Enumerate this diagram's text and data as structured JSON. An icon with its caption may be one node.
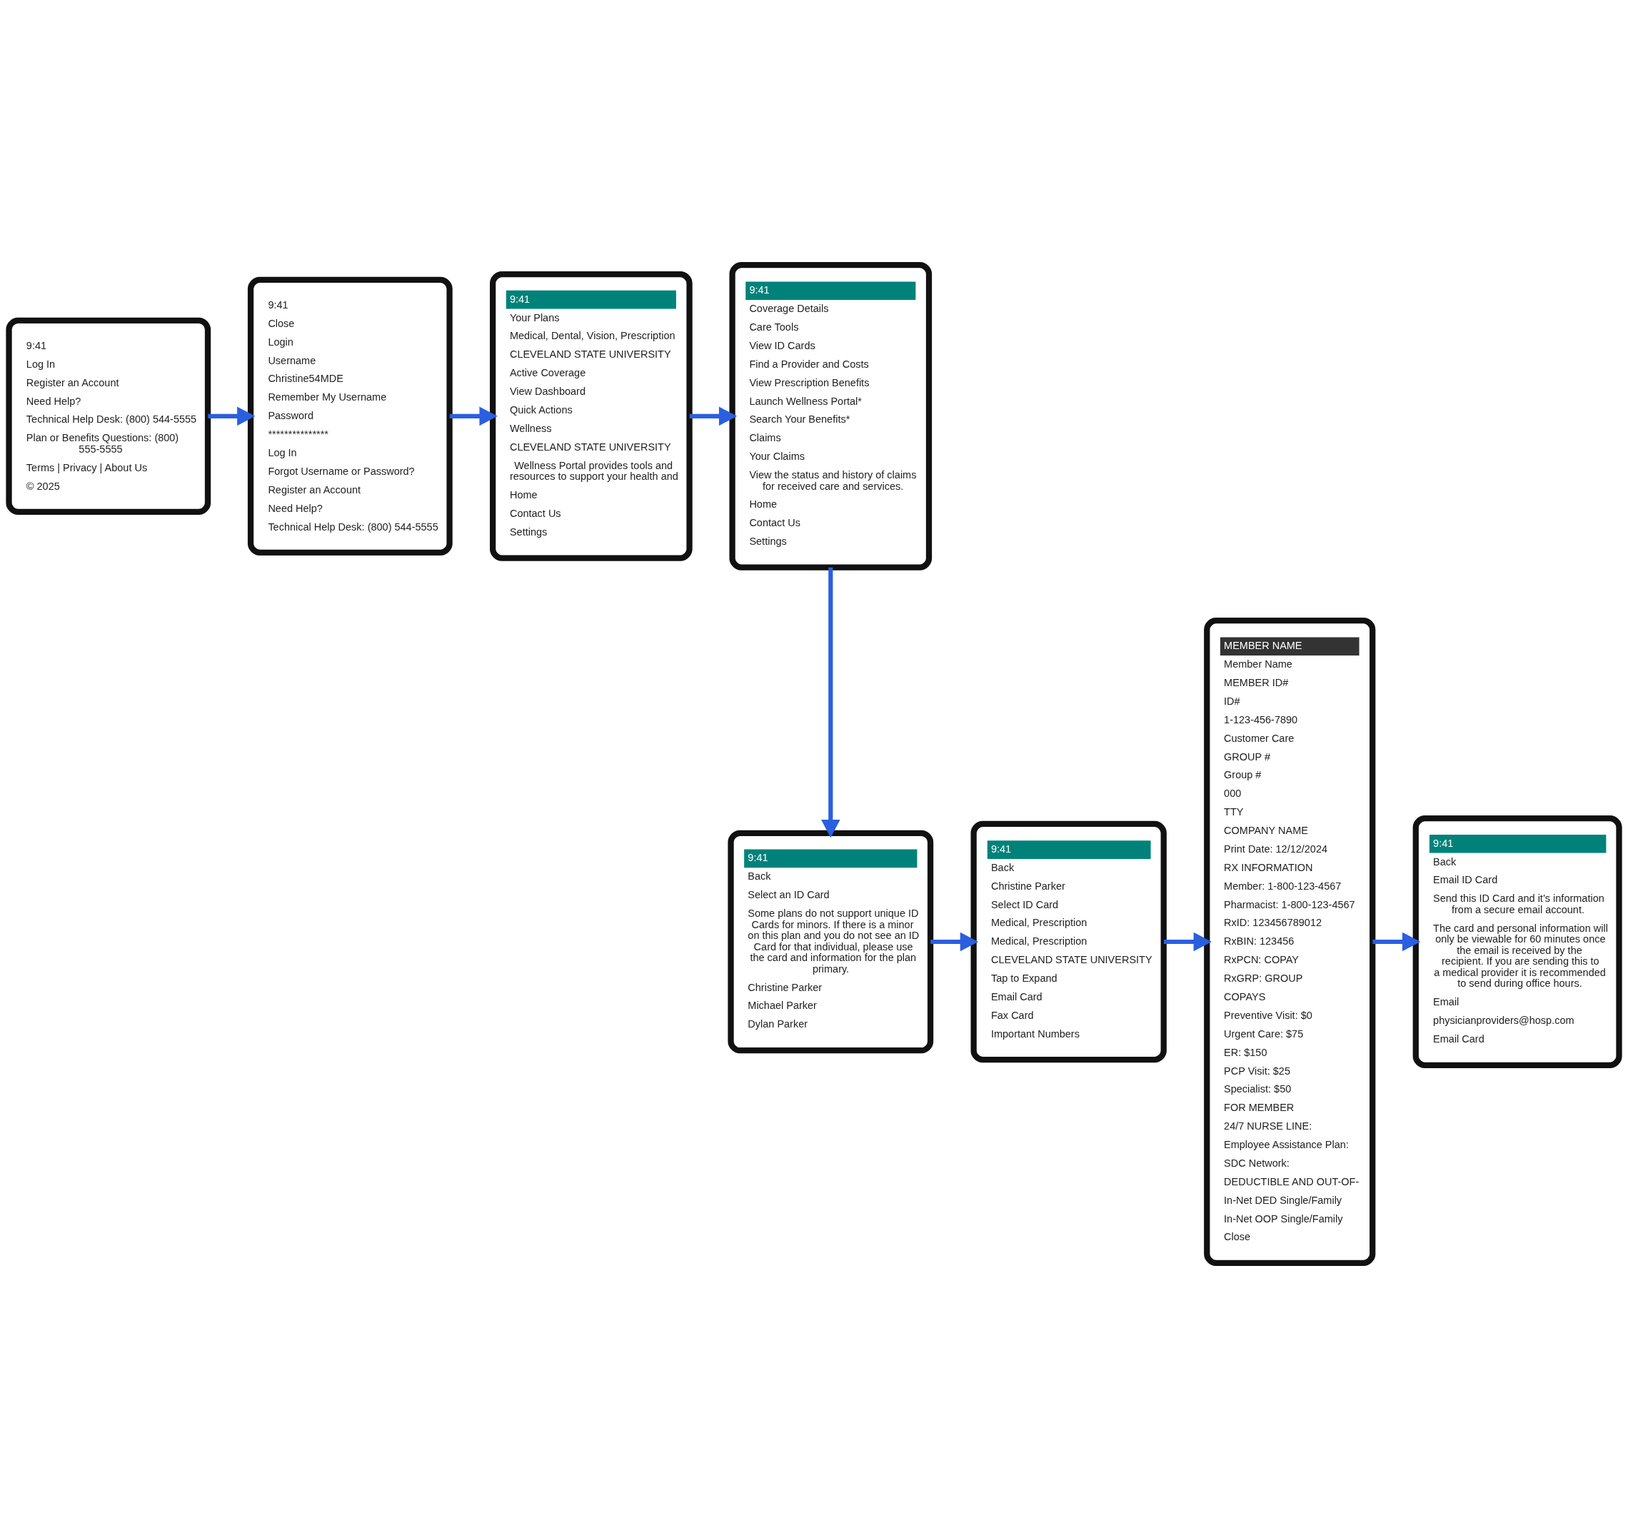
{
  "diagram": {
    "nodes": [
      {
        "text": [
          "9:41",
          "Log In",
          "Register an Account",
          "Need Help?",
          "Technical Help Desk: (800) 544-5555",
          "Plan or Benefits Questions: (800) 555-5555",
          "Terms | Privacy | About Us",
          "© 2025"
        ]
      },
      {
        "text": [
          "9:41",
          "Close",
          "Login",
          "Username",
          "Christine54MDE",
          "Remember My Username",
          "Password",
          "***************",
          "Log In",
          "Forgot Username or Password?",
          "Register an Account",
          "Need Help?",
          "Technical Help Desk: (800) 544-5555"
        ]
      },
      {
        "text": [
          "9:41",
          "Your Plans",
          "Medical, Dental, Vision, Prescription",
          "CLEVELAND STATE UNIVERSITY",
          "Active Coverage",
          "View Dashboard",
          "Quick Actions",
          "Wellness",
          "CLEVELAND STATE UNIVERSITY",
          "Wellness Portal provides tools and resources to support your health and",
          "Home",
          "Contact Us",
          "Settings"
        ]
      },
      {
        "text": [
          "9:41",
          "Coverage Details",
          "Care Tools",
          "View ID Cards",
          "Find a Provider and Costs",
          "View Prescription Benefits",
          "Launch Wellness Portal*",
          "Search Your Benefits*",
          "Claims",
          "Your Claims",
          "View the status and history of claims for received care and services.",
          "Home",
          "Contact Us",
          "Settings"
        ]
      },
      {
        "text": [
          "9:41",
          "Back",
          "Select an ID Card",
          "Some plans do not support unique ID Cards for minors. If there is a minor on this plan and you do not see an ID Card for that individual, please use the card and information for the plan primary.",
          "Christine Parker",
          "Michael Parker",
          "Dylan Parker"
        ]
      },
      {
        "text": [
          "9:41",
          "Back",
          "Christine Parker",
          "Select ID Card",
          "Medical, Prescription",
          "Medical, Prescription",
          "CLEVELAND STATE UNIVERSITY",
          "Tap to Expand",
          "Email Card",
          "Fax Card",
          "Important Numbers"
        ]
      },
      {
        "text": [
          "MEMBER NAME",
          "Member Name",
          "MEMBER ID#",
          "ID#",
          "1-123-456-7890",
          "Customer Care",
          "GROUP #",
          "Group #",
          "000",
          "TTY",
          "COMPANY NAME",
          "Print Date: 12/12/2024",
          "RX INFORMATION",
          "Member: 1-800-123-4567",
          "Pharmacist: 1-800-123-4567",
          "RxID: 123456789012",
          "RxBIN: 123456",
          "RxPCN: COPAY",
          "RxGRP: GROUP",
          "COPAYS",
          "Preventive Visit: $0",
          "Urgent Care: $75",
          "ER: $150",
          "PCP Visit: $25",
          "Specialist: $50",
          "FOR MEMBER",
          "24/7 NURSE LINE:",
          "Employee Assistance Plan:",
          "SDC Network:",
          "DEDUCTIBLE AND OUT-OF-",
          "In-Net DED Single/Family",
          "In-Net OOP Single/Family",
          "Close"
        ]
      },
      {
        "text": [
          "9:41",
          "Back",
          "Email ID Card",
          "Send this ID Card and it’s information from a secure email account.",
          "The card and personal information will only be viewable for 60 minutes once the email is received by the recipient. If you are sending this to a medical provider it is recommended to send during office hours.",
          "Email",
          "physicianproviders@hosp.com",
          "Email Card"
        ]
      }
    ],
    "edges": [
      {
        "from": 0,
        "to": 1,
        "arrow": "to"
      },
      {
        "from": 1,
        "to": 2,
        "arrow": "to"
      },
      {
        "from": 2,
        "to": 3,
        "arrow": "to"
      },
      {
        "from": 3,
        "to": 4,
        "arrow": "to"
      },
      {
        "from": 4,
        "to": 5,
        "arrow": "to"
      },
      {
        "from": 5,
        "to": 6,
        "arrow": "to"
      },
      {
        "from": 6,
        "to": 7,
        "arrow": "to"
      }
    ]
  }
}
